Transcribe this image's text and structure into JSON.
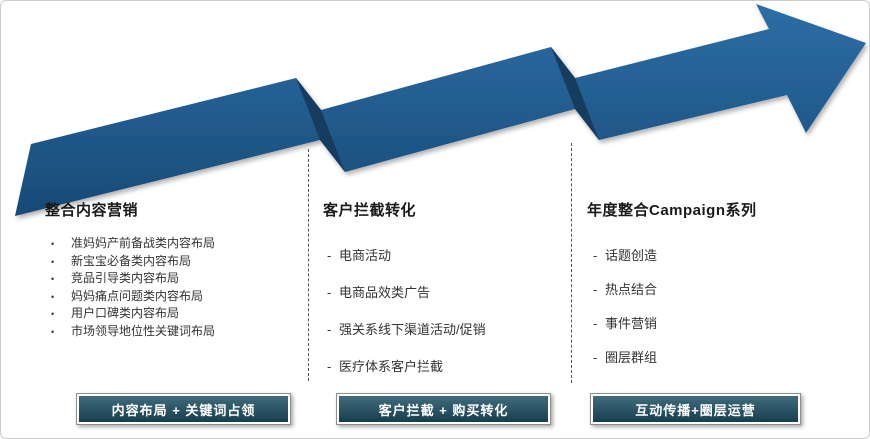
{
  "glyphs": {
    "bullet": "•",
    "dash": "-"
  },
  "colors": {
    "arrow_top": "#2d6ea6",
    "arrow_bottom": "#174a76",
    "arrow_fold": "#123c5f",
    "footer_box": "#1d4f63"
  },
  "columns": [
    {
      "heading": "整合内容营销",
      "items": [
        "准妈妈产前备战类内容布局",
        "新宝宝必备类内容布局",
        "竞品引导类内容布局",
        "妈妈痛点问题类内容布局",
        "用户口碑类内容布局",
        "市场领导地位性关键词布局"
      ]
    },
    {
      "heading": "客户拦截转化",
      "items": [
        "电商活动",
        "电商品效类广告",
        "强关系线下渠道活动/促销",
        "医疗体系客户拦截"
      ]
    },
    {
      "heading": "年度整合Campaign系列",
      "items": [
        "话题创造",
        "热点结合",
        "事件营销",
        "圈层群组"
      ]
    }
  ],
  "footer_boxes": [
    "内容布局 + 关键词占领",
    "客户拦截 + 购买转化",
    "互动传播+圈层运营"
  ]
}
